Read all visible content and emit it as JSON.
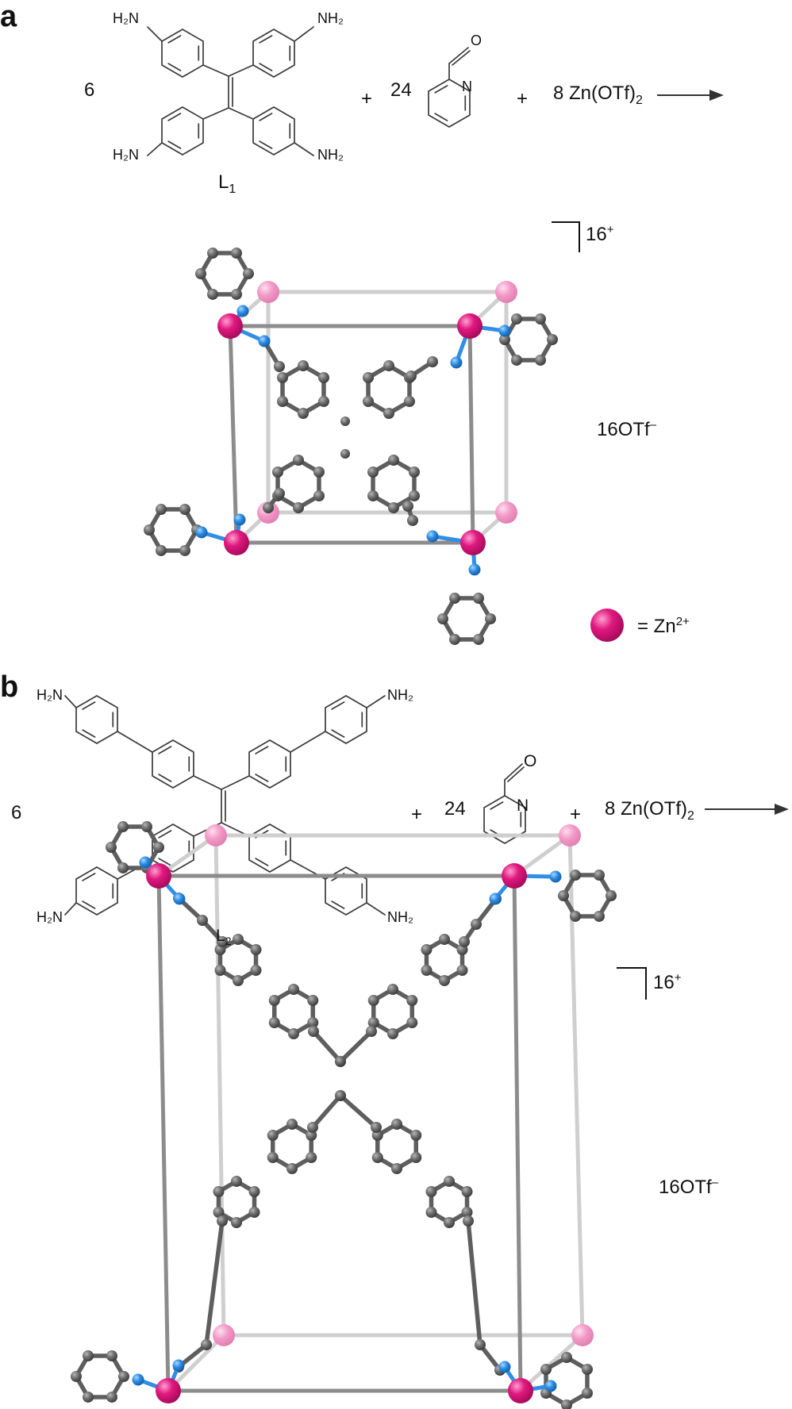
{
  "panel_a": {
    "letter": "a",
    "reaction": {
      "coef_ligand": "6",
      "nh2_left": "H₂N",
      "nh2_right": "NH₂",
      "ligand_label": "L",
      "ligand_sub": "1",
      "plus": "+",
      "coef_aldehyde": "24",
      "oxygen": "O",
      "nitrogen": "N",
      "zinc_salt": "8 Zn(OTf)",
      "zinc_sub": "2"
    },
    "charge": "16",
    "charge_sup": "+",
    "counterion": "16OTf",
    "counterion_sup": "–",
    "legend_text": "= Zn",
    "legend_sup": "2+"
  },
  "panel_b": {
    "letter": "b",
    "reaction": {
      "coef_ligand": "6",
      "nh2_left": "H₂N",
      "nh2_right": "NH₂",
      "ligand_label": "L",
      "ligand_sub": "2",
      "plus": "+",
      "coef_aldehyde": "24",
      "oxygen": "O",
      "nitrogen": "N",
      "zinc_salt": "8 Zn(OTf)",
      "zinc_sub": "2"
    },
    "charge": "16",
    "charge_sup": "+",
    "counterion": "16OTf",
    "counterion_sup": "–"
  },
  "colors": {
    "zinc": "#e0197f",
    "zinc_back": "#f08cc0",
    "nitrogen": "#2b8be3",
    "carbon": "#6e6e6e",
    "cage_rod": "#8c8c8c"
  }
}
